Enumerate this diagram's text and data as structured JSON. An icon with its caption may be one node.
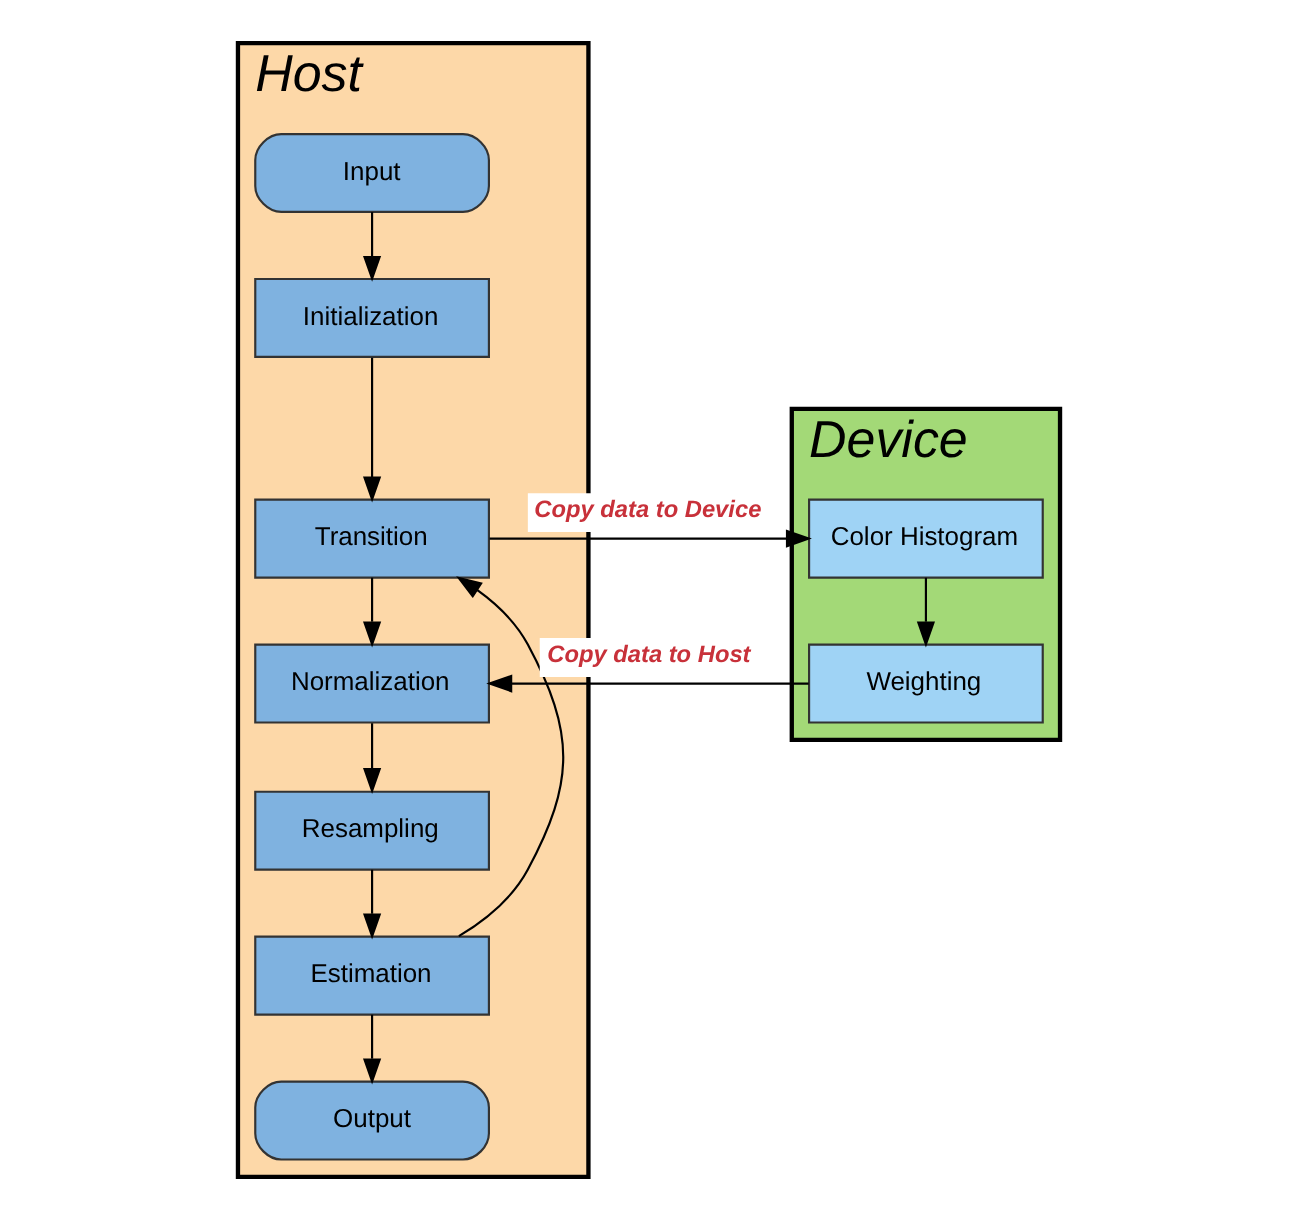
{
  "diagram": {
    "nodes": [
      {
        "text": [
          "Host"
        ]
      },
      {
        "text": [
          "Input"
        ],
        "in": 0
      },
      {
        "text": [
          "Initialization"
        ],
        "in": 0
      },
      {
        "text": [
          "Transition"
        ],
        "in": 0
      },
      {
        "text": [
          "Normalization"
        ],
        "in": 0
      },
      {
        "text": [
          "Resampling"
        ],
        "in": 0
      },
      {
        "text": [
          "Estimation"
        ],
        "in": 0
      },
      {
        "text": [
          "Output"
        ],
        "in": 0
      },
      {
        "text": [
          "Device"
        ]
      },
      {
        "text": [
          "Color Histogram"
        ],
        "in": 8
      },
      {
        "text": [
          "Weighting"
        ],
        "in": 8
      }
    ],
    "edges": [
      {
        "from": 1,
        "to": 2,
        "arrow": "to"
      },
      {
        "from": 2,
        "to": 3,
        "arrow": "to"
      },
      {
        "from": 3,
        "to": 4,
        "arrow": "to"
      },
      {
        "from": 4,
        "to": 5,
        "arrow": "to"
      },
      {
        "from": 5,
        "to": 6,
        "arrow": "to"
      },
      {
        "from": 6,
        "to": 7,
        "arrow": "to"
      },
      {
        "from": 6,
        "to": 3,
        "arrow": "to"
      },
      {
        "from": 3,
        "to": 9,
        "arrow": "to",
        "label": "Copy data to Device"
      },
      {
        "from": 9,
        "to": 10,
        "arrow": "to"
      },
      {
        "from": 10,
        "to": 4,
        "arrow": "to",
        "label": "Copy data to Host"
      }
    ]
  }
}
